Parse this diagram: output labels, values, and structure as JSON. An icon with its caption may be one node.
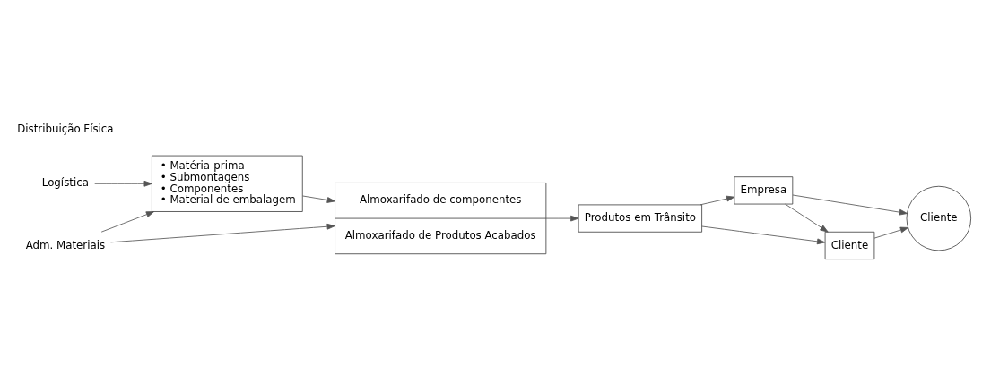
{
  "diagram": {
    "nodes": [
      {
        "text": [
          "Adm. Materiais"
        ]
      },
      {
        "text": [
          "• Matéria-prima",
          "• Submontagens",
          "• Componentes",
          "• Material de embalagem"
        ]
      },
      {
        "text": [
          "Almoxarifado de componentes",
          "Almoxarifado de Produtos Acabados"
        ]
      },
      {
        "text": [
          "Produtos em Trânsito"
        ]
      },
      {
        "text": [
          "Empresa"
        ]
      },
      {
        "text": [
          "Cliente"
        ]
      },
      {
        "text": [
          "Cliente"
        ]
      },
      {
        "text": [
          "Logística"
        ]
      }
    ],
    "edges": [
      {
        "from": 0,
        "to": 1,
        "arrow": "to"
      },
      {
        "from": 0,
        "to": 2,
        "arrow": "to"
      },
      {
        "from": 7,
        "to": 1,
        "arrow": "to"
      },
      {
        "from": 1,
        "to": 2,
        "arrow": "to"
      },
      {
        "from": 2,
        "to": 3,
        "arrow": "to"
      },
      {
        "from": 3,
        "to": 4,
        "arrow": "to"
      },
      {
        "from": 3,
        "to": 6,
        "arrow": "to"
      },
      {
        "from": 4,
        "to": 5,
        "arrow": "to"
      },
      {
        "from": 4,
        "to": 6,
        "arrow": "to"
      },
      {
        "from": 6,
        "to": 5,
        "arrow": "to"
      }
    ],
    "labels": [
      "Distribuição Física"
    ]
  }
}
